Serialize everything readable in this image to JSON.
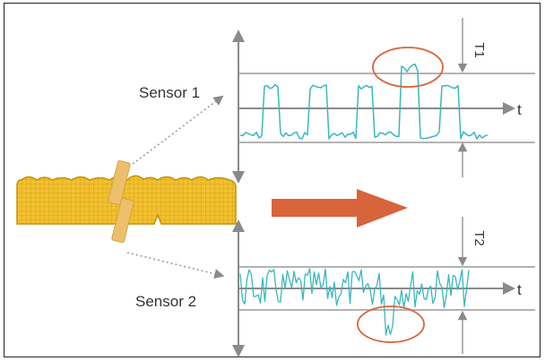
{
  "labels": {
    "sensor1": "Sensor 1",
    "sensor2": "Sensor 2",
    "time_axis_1": "t",
    "time_axis_2": "t",
    "threshold_1": "T1",
    "threshold_2": "T2"
  },
  "colors": {
    "signal": "#3ab7bd",
    "axis": "#8a8a8a",
    "threshold_line": "#9a9a9a",
    "highlight_circle": "#d8643b",
    "motion_arrow": "#d8643b",
    "sensor_pointer": "#9a9a9a",
    "grid_fill": "#f2c12e",
    "grid_lines": "#c48f10",
    "sensor_fill": "#ecc06a"
  },
  "icons": {
    "motion": "right-arrow-icon",
    "pointer": "arrow-icon"
  }
}
